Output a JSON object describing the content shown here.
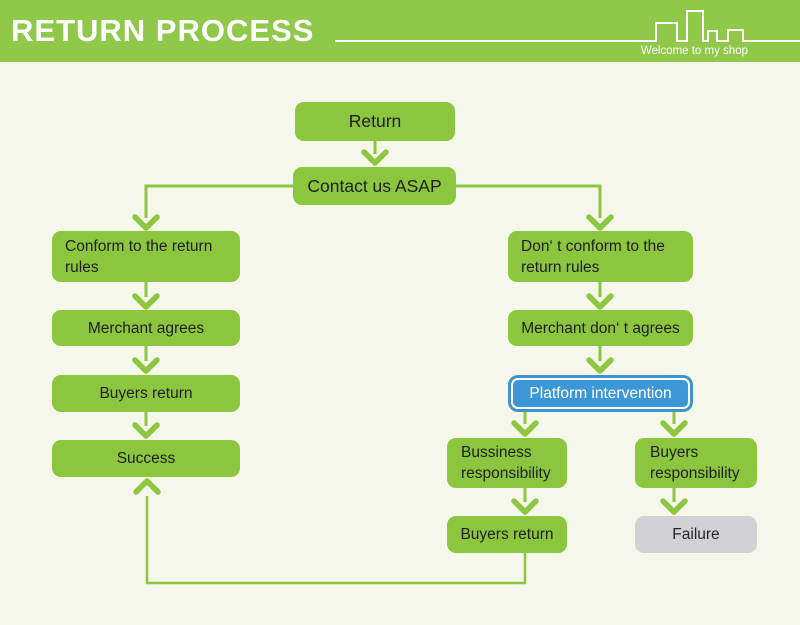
{
  "header": {
    "title": "RETURN PROCESS",
    "tagline": "Welcome to my shop",
    "icon": "city-skyline-icon"
  },
  "colors": {
    "header_bg": "#90c84a",
    "box_green": "#8cc63f",
    "arrow_green": "#8dc63f",
    "blue_fill": "#3b97d5",
    "blue_outer_ring": "#3e93cd",
    "blue_inner_ring": "#ffffff",
    "gray_fill": "#d2d2d4",
    "page_bg": "#f4f7ea",
    "text_dark": "#1e1e1e",
    "text_white": "#ffffff"
  },
  "flowchart": {
    "nodes": {
      "return": {
        "label": "Return"
      },
      "contact": {
        "label": "Contact us ASAP"
      },
      "conform": {
        "label": "Conform to the return\nrules"
      },
      "merchant_agrees": {
        "label": "Merchant agrees"
      },
      "buyers_return_left": {
        "label": "Buyers return"
      },
      "success": {
        "label": "Success"
      },
      "dont_conform": {
        "label": "Don‘ t conform to the\nreturn rules"
      },
      "merchant_dont_agree": {
        "label": "Merchant don‘ t agrees"
      },
      "platform": {
        "label": "Platform intervention"
      },
      "business_resp": {
        "label": "Bussiness\nresponsibility"
      },
      "buyers_resp": {
        "label": "Buyers\nresponsibility"
      },
      "buyers_return_right": {
        "label": "Buyers return"
      },
      "failure": {
        "label": "Failure"
      }
    }
  }
}
